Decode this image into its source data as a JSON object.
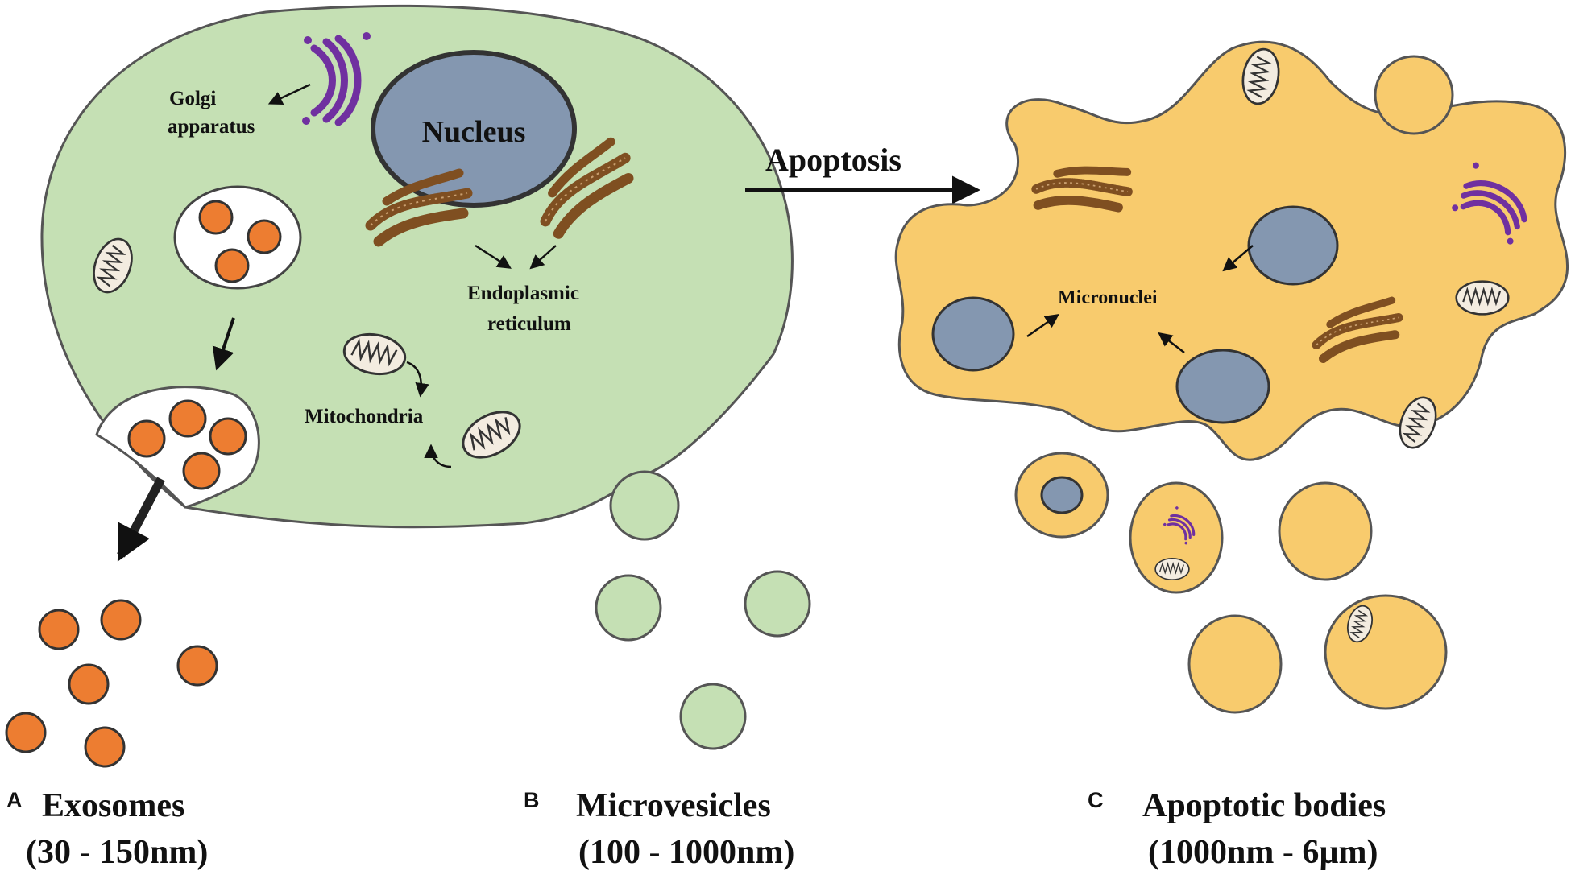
{
  "cell": {
    "nucleus": "Nucleus",
    "golgi": [
      "Golgi",
      "apparatus"
    ],
    "er": [
      "Endoplasmic",
      "reticulum"
    ],
    "mito": "Mitochondria"
  },
  "process": {
    "apoptosis": "Apoptosis",
    "micronuclei": "Micronuclei"
  },
  "panels": [
    {
      "letter": "A",
      "name": "Exosomes",
      "size": "(30 - 150nm)"
    },
    {
      "letter": "B",
      "name": "Microvesicles",
      "size": "(100 - 1000nm)"
    },
    {
      "letter": "C",
      "name": "Apoptotic bodies",
      "size": "(1000nm - 6µm)"
    }
  ],
  "colors": {
    "cell": "#c5e0b4",
    "nucleus": "#8497b0",
    "exosome": "#ed7d31",
    "apoptotic": "#f8cb6d",
    "golgi": "#7030a0",
    "er": "#7f4f21",
    "mito": "#f3ece0"
  }
}
